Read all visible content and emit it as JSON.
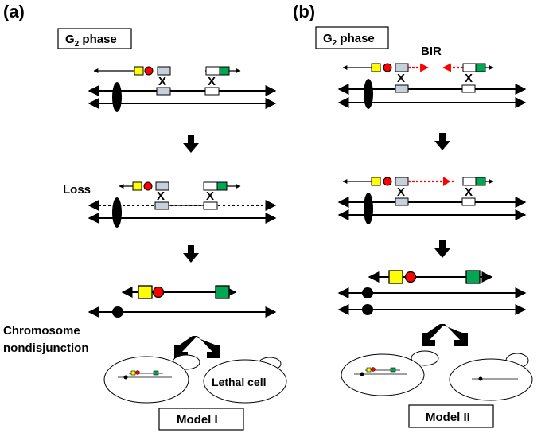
{
  "panels": {
    "a": {
      "label": "(a)",
      "phase_label_main": "G",
      "phase_label_sub": "2",
      "phase_label_rest": " phase",
      "loss_label": "Loss",
      "event_label_line1": "Chromosome",
      "event_label_line2": "nondisjunction",
      "cell_label": "Lethal cell",
      "model_label": "Model I"
    },
    "b": {
      "label": "(b)",
      "phase_label_main": "G",
      "phase_label_sub": "2",
      "phase_label_rest": " phase",
      "bir_label": "BIR",
      "model_label": "Model II"
    }
  },
  "crossover_mark": "X",
  "colors": {
    "yellow_marker": "#ffff00",
    "red_marker": "#ff0000",
    "green_marker": "#00a651",
    "grey_box": "#c8d0dc",
    "white_box": "#ffffff",
    "bir_arrow": "#ff0000",
    "centromere": "#000000"
  }
}
